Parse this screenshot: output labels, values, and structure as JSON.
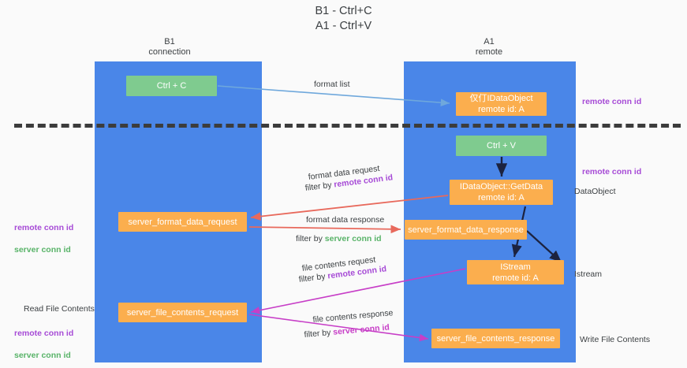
{
  "diagram": {
    "title": "B1 - Ctrl+C\nA1 - Ctrl+V",
    "columns": [
      {
        "name": "b1",
        "label": "B1\nconnection"
      },
      {
        "name": "a1",
        "label": "A1\nremote"
      }
    ],
    "nodes": [
      {
        "id": "ctrl_c",
        "label": "Ctrl + C",
        "color": "#7fcb8f",
        "lane": "b1"
      },
      {
        "id": "idataobject",
        "label": "仅仃IDataObject\nremote id: A",
        "color": "#fbae4e",
        "lane": "a1"
      },
      {
        "id": "ctrl_v",
        "label": "Ctrl + V",
        "color": "#7fcb8f",
        "lane": "a1"
      },
      {
        "id": "getdata",
        "label": "IDataObject::GetData\nremote id: A",
        "color": "#fbae4e",
        "lane": "a1"
      },
      {
        "id": "server_format_data_request",
        "label": "server_format_data_request",
        "color": "#fbae4e",
        "lane": "b1"
      },
      {
        "id": "server_format_data_response",
        "label": "server_format_data_response",
        "color": "#fbae4e",
        "lane": "a1"
      },
      {
        "id": "istream",
        "label": "IStream\nremote id: A",
        "color": "#fbae4e",
        "lane": "a1"
      },
      {
        "id": "server_file_contents_request",
        "label": "server_file_contents_request",
        "color": "#fbae4e",
        "lane": "b1"
      },
      {
        "id": "server_file_contents_response",
        "label": "server_file_contents_response",
        "color": "#fbae4e",
        "lane": "a1"
      }
    ],
    "edge_labels": {
      "format_list": "format list",
      "format_data_request": "format data request",
      "format_data_request_filter_prefix": "filter by ",
      "format_data_request_filter_key": "remote conn id",
      "format_data_response": "format data response",
      "format_data_response_filter_prefix": "filter by ",
      "format_data_response_filter_key": "server conn id",
      "file_contents_request": "file contents request",
      "file_contents_request_filter_prefix": "filter by ",
      "file_contents_request_filter_key": "remote conn id",
      "file_contents_response": "file contents response",
      "file_contents_response_filter_prefix": "filter by ",
      "file_contents_response_filter_key": "server conn id"
    },
    "right_labels": {
      "remote_conn_id_top": "remote conn id",
      "remote_conn_id_mid": "remote conn id",
      "data_object": "DataObject",
      "istream": "Istream",
      "write_file_contents": "Write File Contents"
    },
    "left_labels": {
      "remote_conn_id": "remote conn id",
      "server_conn_id": "server conn id",
      "read_file_contents": "Read File Contents",
      "remote_conn_id_2": "remote conn id",
      "server_conn_id_2": "server conn id"
    },
    "colors": {
      "lane": "#4a86e8",
      "green_node": "#7fcb8f",
      "orange_node": "#fbae4e",
      "divider": "#3c3c3c",
      "arrow_blue": "#6fa8dc",
      "arrow_red": "#e8695c",
      "arrow_magenta": "#c73ec7",
      "arrow_dark": "#1c2340",
      "key_remote": "#a64ad6",
      "key_server_green": "#58b368",
      "key_server_purple": "#c73ec7"
    }
  }
}
